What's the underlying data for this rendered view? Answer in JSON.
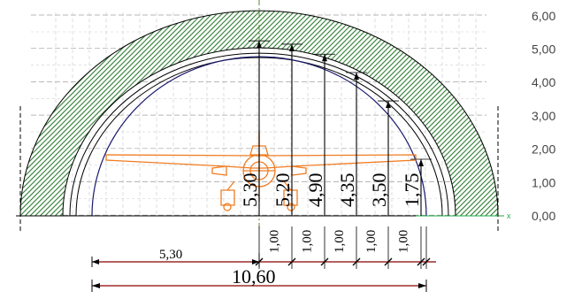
{
  "axis": {
    "x_label": "x",
    "ticks": [
      "0,00",
      "1,00",
      "2,00",
      "3,00",
      "4,00",
      "5,00",
      "6,00"
    ]
  },
  "heights": [
    "5,30",
    "5,20",
    "4,90",
    "4,35",
    "3,50",
    "1,75"
  ],
  "spacings": [
    "1,00",
    "1,00",
    "1,00",
    "1,00",
    "1,00"
  ],
  "half_span": "5,30",
  "full_span": "10,60",
  "colors": {
    "hatch": "#2e7d32",
    "aircraft": "#f07c22",
    "inner_arc": "#1a1a6e",
    "grid": "#a0a0a0",
    "axis_arrow": "#22a84a"
  },
  "icons": {
    "aircraft": "aircraft-icon"
  }
}
